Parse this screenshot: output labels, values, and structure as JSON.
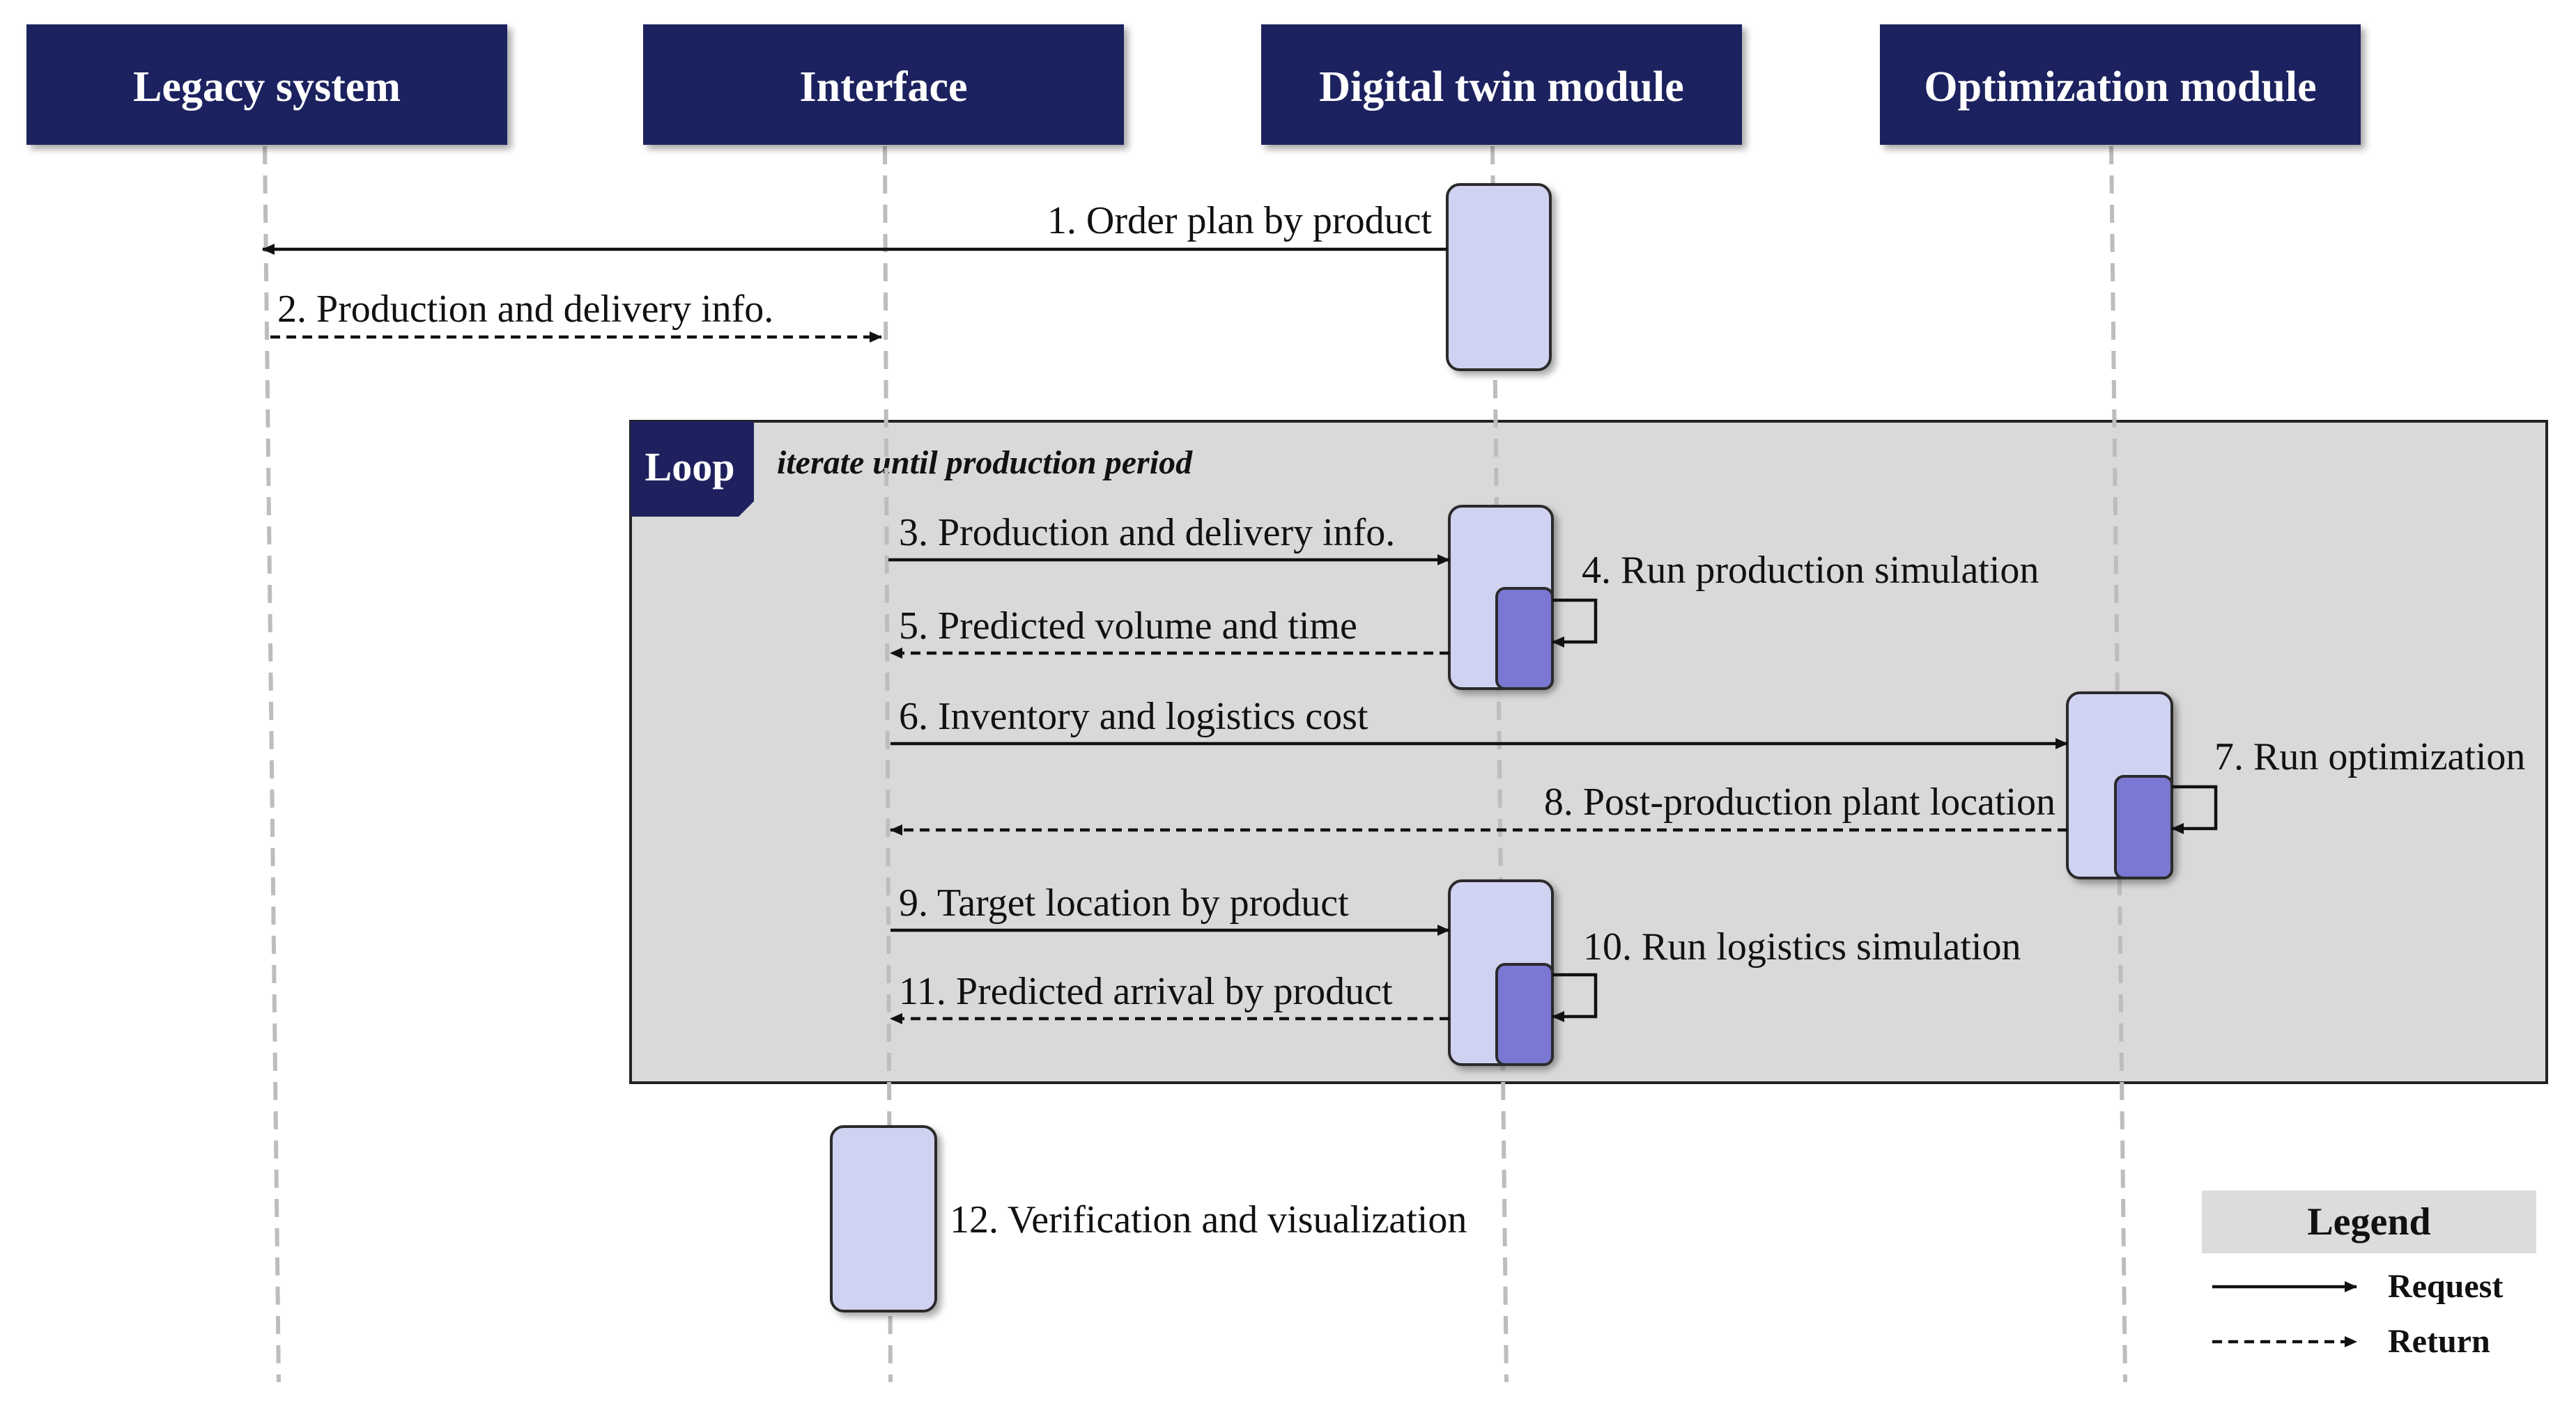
{
  "participants": [
    {
      "label": "Legacy system"
    },
    {
      "label": "Interface"
    },
    {
      "label": "Digital twin module"
    },
    {
      "label": "Optimization module"
    }
  ],
  "loop": {
    "tag": "Loop",
    "condition": "iterate until production period"
  },
  "messages": {
    "m1": "1. Order plan by product",
    "m2": "2. Production and delivery info.",
    "m3": "3. Production and delivery info.",
    "m4": "4. Run production simulation",
    "m5": "5. Predicted volume and time",
    "m6": "6. Inventory and logistics cost",
    "m7": "7. Run optimization",
    "m8": "8. Post-production plant location",
    "m9": "9. Target location by product",
    "m10": "10. Run logistics simulation",
    "m11": "11. Predicted arrival by product",
    "m12": "12. Verification and visualization"
  },
  "legend": {
    "title": "Legend",
    "request": "Request",
    "return": "Return"
  },
  "colors": {
    "header_bg": "#1f215f",
    "activation": "#d0d2f2",
    "activation_nested": "#7a78d2",
    "loop_bg": "#d9d9d9",
    "lifeline": "#bdbdbd",
    "legend_bg": "#dcdcdc"
  }
}
